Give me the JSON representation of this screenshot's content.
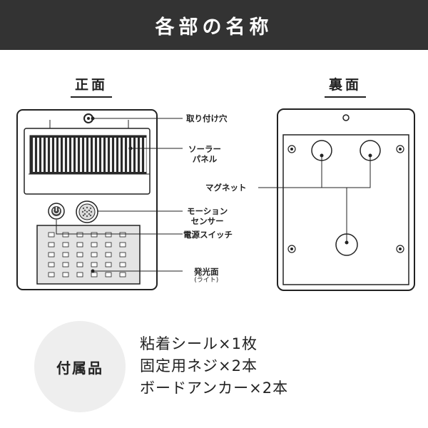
{
  "header": {
    "title": "各部の名称"
  },
  "front": {
    "title": "正面",
    "labels": {
      "mount_hole": "取り付け穴",
      "solar_panel_line1": "ソーラー",
      "solar_panel_line2": "パネル",
      "motion_sensor_line1": "モーション",
      "motion_sensor_line2": "センサー",
      "power_switch": "電源スイッチ",
      "light_area": "発光面",
      "light_area_sub": "(ライト)"
    }
  },
  "back": {
    "title": "裏面",
    "labels": {
      "magnet": "マグネット"
    }
  },
  "accessories": {
    "heading": "付属品",
    "items": [
      "粘着シール×1枚",
      "固定用ネジ×2本",
      "ボードアンカー×2本"
    ]
  },
  "colors": {
    "header_bg": "#333333",
    "accent_circle": "#eeeeee"
  }
}
